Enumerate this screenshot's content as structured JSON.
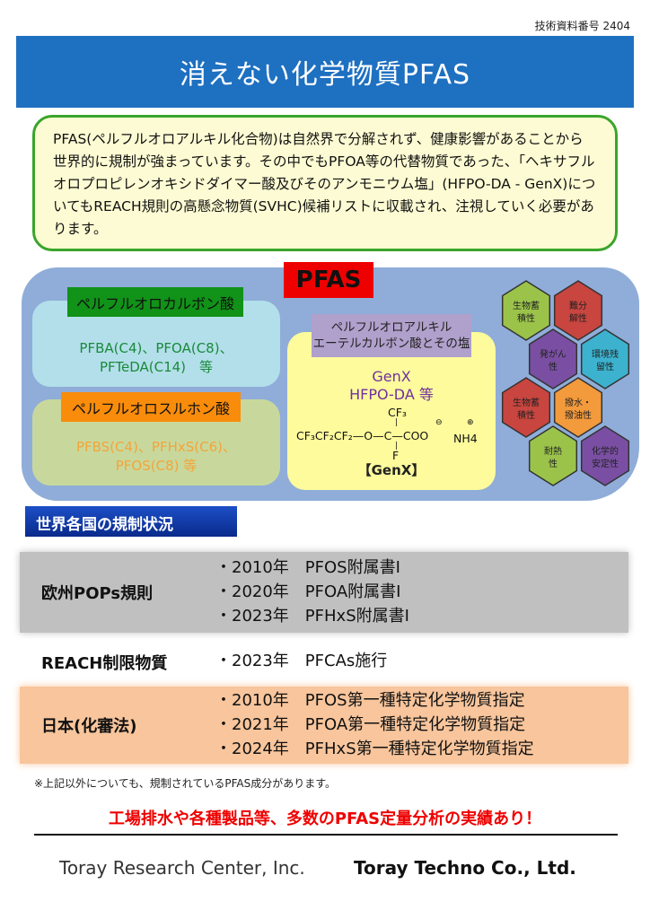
{
  "doc_number": "技術資料番号 2404",
  "title": "消えない化学物質PFAS",
  "intro": "PFAS(ペルフルオロアルキル化合物)は自然界で分解されず、健康影響があることから世界的に規制が強まっています。その中でもPFOA等の代替物質であった、「ヘキサフルオロプロピレンオキシドダイマー酸及びそのアンモニウム塩」(HFPO-DA - GenX)についてもREACH規則の高懸念物質(SVHC)候補リストに収載され、注視していく必要があります。",
  "pfas": {
    "label": "PFAS",
    "carboxylic": {
      "tag": "ペルフルオロカルボン酸",
      "line1": "PFBA(C4)、PFOA(C8)、",
      "line2": "PFTeDA(C14)　等"
    },
    "sulfonic": {
      "tag": "ペルフルオロスルホン酸",
      "line1": "PFBS(C4)、PFHxS(C6)、",
      "line2": "PFOS(C8) 等"
    },
    "ether": {
      "tag1": "ペルフルオロアルキル",
      "tag2": "エーテルカルボン酸とその塩",
      "name1": "GenX",
      "name2": "HFPO-DA 等",
      "formula_chain": "CF₃CF₂CF₂—O—C—COO",
      "formula_top": "CF₃",
      "formula_bottom": "F",
      "formula_ion": "NH4",
      "label": "【GenX】"
    },
    "properties": [
      {
        "l1": "生物蓄",
        "l2": "積性",
        "color": "#9bc34a"
      },
      {
        "l1": "難分",
        "l2": "解性",
        "color": "#c9453f"
      },
      {
        "l1": "発がん",
        "l2": "性",
        "color": "#7a4fa3"
      },
      {
        "l1": "環境残",
        "l2": "留性",
        "color": "#3cb2cf"
      },
      {
        "l1": "生物蓄",
        "l2": "積性",
        "color": "#c9453f"
      },
      {
        "l1": "撥水・",
        "l2": "撥油性",
        "color": "#f39a3c"
      },
      {
        "l1": "耐熱",
        "l2": "性",
        "color": "#9bc34a"
      },
      {
        "l1": "化学的",
        "l2": "安定性",
        "color": "#7a4fa3"
      }
    ]
  },
  "regulations": {
    "heading": "世界各国の規制状況",
    "eu": {
      "label": "欧州POPs規則",
      "items": "・2010年　PFOS附属書Ⅰ\n・2020年　PFOA附属書Ⅰ\n・2023年　PFHxS附属書Ⅰ"
    },
    "reach": {
      "label": "REACH制限物質",
      "items": "・2023年　PFCAs施行"
    },
    "japan": {
      "label": "日本(化審法)",
      "items": "・2010年　PFOS第一種特定化学物質指定\n・2021年　PFOA第一種特定化学物質指定\n・2024年　PFHxS第一種特定化学物質指定"
    }
  },
  "note": "※上記以外についても、規制されているPFAS成分があります。",
  "cta": "工場排水や各種製品等、多数のPFAS定量分析の実績あり！",
  "footer": {
    "left": "Toray Research Center, Inc.",
    "right": "Toray Techno Co., Ltd."
  }
}
